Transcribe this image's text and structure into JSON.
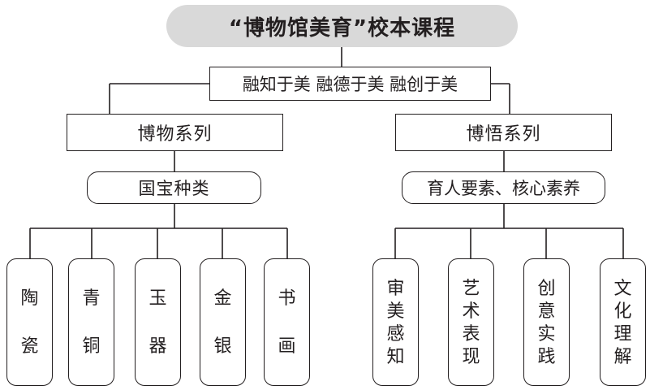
{
  "title": "“博物馆美育”校本课程",
  "motto": "融知于美  融德于美  融创于美",
  "left": {
    "series": "博物系列",
    "sub": "国宝种类",
    "leaves": [
      [
        "陶",
        "瓷"
      ],
      [
        "青",
        "铜"
      ],
      [
        "玉",
        "器"
      ],
      [
        "金",
        "银"
      ],
      [
        "书",
        "画"
      ]
    ]
  },
  "right": {
    "series": "博悟系列",
    "sub": "育人要素、核心素养",
    "leaves": [
      [
        "审",
        "美",
        "感",
        "知"
      ],
      [
        "艺",
        "术",
        "表",
        "现"
      ],
      [
        "创",
        "意",
        "实",
        "践"
      ],
      [
        "文",
        "化",
        "理",
        "解"
      ]
    ]
  },
  "colors": {
    "line": "#231f20",
    "title_fill": "#d9d9d9"
  }
}
